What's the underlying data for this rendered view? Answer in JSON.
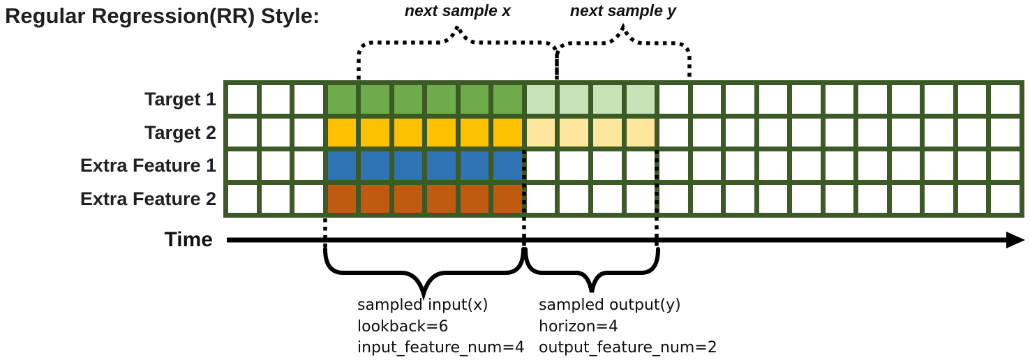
{
  "title": "Regular Regression(RR) Style:",
  "top_labels": {
    "next_sample_x": "next sample x",
    "next_sample_y": "next sample y"
  },
  "time_axis_label": "Time",
  "grid": {
    "columns": 24,
    "border_color": "#3c5a26",
    "empty_cell_color": "#ffffff"
  },
  "rows": [
    {
      "label": "Target 1",
      "solid_color": "#6eab4a",
      "light_color": "#c9e1b6",
      "solid_range": [
        3,
        8
      ],
      "light_range": [
        9,
        12
      ]
    },
    {
      "label": "Target 2",
      "solid_color": "#fdc101",
      "light_color": "#fee79d",
      "solid_range": [
        3,
        8
      ],
      "light_range": [
        9,
        12
      ]
    },
    {
      "label": "Extra Feature 1",
      "solid_color": "#2e74b5",
      "light_color": null,
      "solid_range": [
        3,
        8
      ],
      "light_range": null
    },
    {
      "label": "Extra Feature 2",
      "solid_color": "#c05a11",
      "light_color": null,
      "solid_range": [
        3,
        8
      ],
      "light_range": null
    }
  ],
  "input_annotation": {
    "line1": "sampled input(x)",
    "line2": "lookback=6",
    "line3": "input_feature_num=4"
  },
  "output_annotation": {
    "line1": "sampled output(y)",
    "line2": "horizon=4",
    "line3": "output_feature_num=2"
  }
}
